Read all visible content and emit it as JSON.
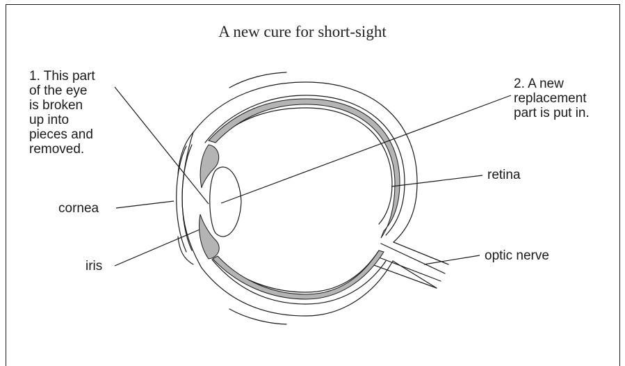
{
  "title": "A new cure for short-sight",
  "notes": {
    "step1": [
      "1. This part",
      "of the eye",
      "is broken",
      "up into",
      "pieces and",
      "removed."
    ],
    "step2": [
      "2. A new",
      "replacement",
      "part is put in."
    ]
  },
  "labels": {
    "cornea": "cornea",
    "iris": "iris",
    "retina": "retina",
    "optic_nerve": "optic nerve"
  },
  "colors": {
    "line": "#1a1a1a",
    "choroid_fill": "#b4b4b4",
    "background": "#ffffff"
  }
}
